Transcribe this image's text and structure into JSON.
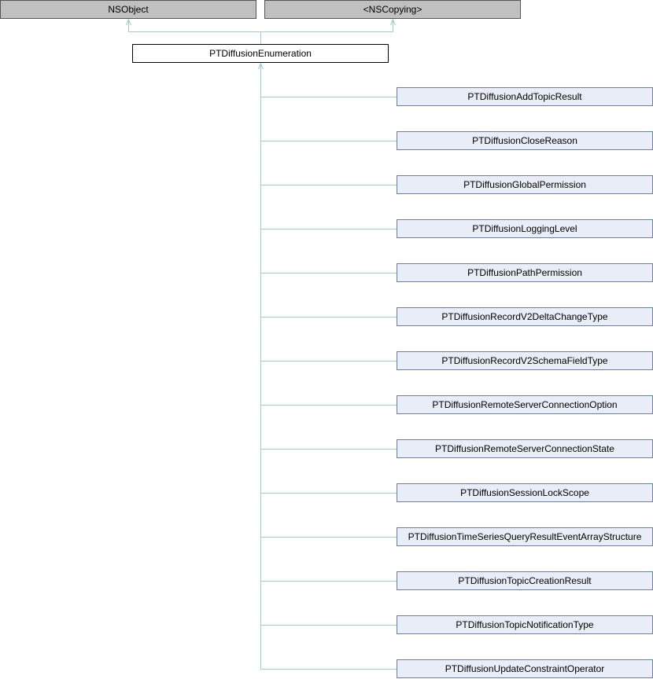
{
  "colors": {
    "edge": "#9cc8db",
    "base_fill": "#c0c0c0",
    "current_fill": "#ffffff",
    "child_fill": "#e8edf7",
    "child_border": "#6f7fa8"
  },
  "bases": [
    {
      "label": "NSObject"
    },
    {
      "label": "<NSCopying>"
    }
  ],
  "current": {
    "label": "PTDiffusionEnumeration"
  },
  "children": [
    {
      "label": "PTDiffusionAddTopicResult"
    },
    {
      "label": "PTDiffusionCloseReason"
    },
    {
      "label": "PTDiffusionGlobalPermission"
    },
    {
      "label": "PTDiffusionLoggingLevel"
    },
    {
      "label": "PTDiffusionPathPermission"
    },
    {
      "label": "PTDiffusionRecordV2DeltaChangeType"
    },
    {
      "label": "PTDiffusionRecordV2SchemaFieldType"
    },
    {
      "label": "PTDiffusionRemoteServerConnectionOption"
    },
    {
      "label": "PTDiffusionRemoteServerConnectionState"
    },
    {
      "label": "PTDiffusionSessionLockScope"
    },
    {
      "label": "PTDiffusionTimeSeriesQueryResultEventArrayStructure"
    },
    {
      "label": "PTDiffusionTopicCreationResult"
    },
    {
      "label": "PTDiffusionTopicNotificationType"
    },
    {
      "label": "PTDiffusionUpdateConstraintOperator"
    }
  ]
}
